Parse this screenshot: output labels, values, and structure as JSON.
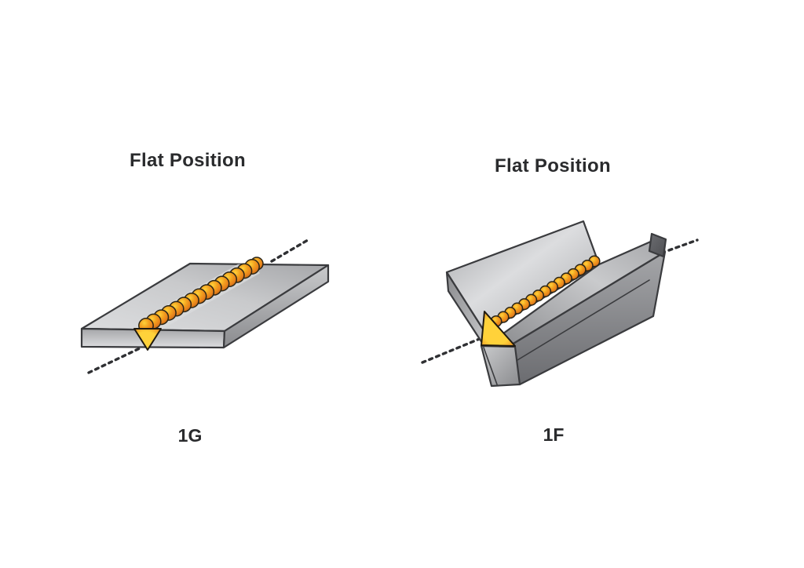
{
  "canvas": {
    "background": "#ffffff"
  },
  "figures": [
    {
      "title": "Flat Position",
      "label": "1G"
    },
    {
      "title": "Flat Position",
      "label": "1F"
    }
  ],
  "colors": {
    "ink": "#2a2b2d",
    "outline": "#3a3b3e",
    "dash": "#2f3033",
    "steel_lightest": "#dcdddf",
    "steel_light": "#c9cacc",
    "steel_mid": "#a5a6a9",
    "steel_dark": "#8a8b8e",
    "steel_darker": "#6b6c70",
    "steel_darkest": "#4e4f53",
    "weld_yellow": "#ffd23a",
    "weld_amber": "#f3a11f",
    "weld_orange": "#e8821c",
    "weld_orange_deep": "#b05e12",
    "weld_rim": "#2b2517"
  }
}
